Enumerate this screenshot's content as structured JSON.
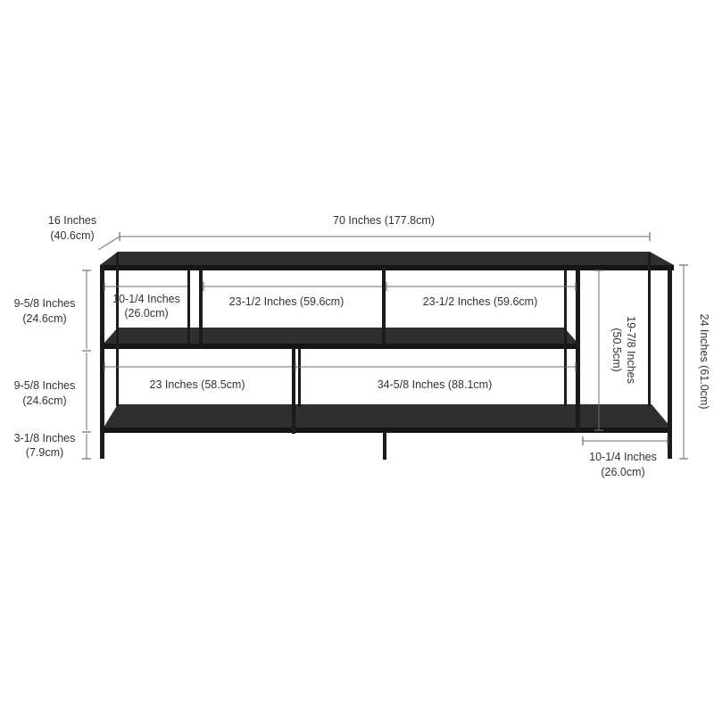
{
  "product": {
    "colors": {
      "frame": "#1b1b1b",
      "shelf_surface": "#2f2f2f",
      "dimension_line": "#6e6e6e",
      "text": "#333333"
    }
  },
  "dimensions": {
    "depth": {
      "line1": "16 Inches",
      "line2": "(40.6cm)"
    },
    "width": {
      "text": "70 Inches (177.8cm)"
    },
    "height_total": {
      "text": "24 Inches (61.0cm)"
    },
    "left_top_gap": {
      "line1": "9-5/8 Inches",
      "line2": "(24.6cm)"
    },
    "left_mid_gap": {
      "line1": "9-5/8 Inches",
      "line2": "(24.6cm)"
    },
    "left_bottom_gap": {
      "line1": "3-1/8 Inches",
      "line2": "(7.9cm)"
    },
    "top_small_compartment": {
      "line1": "10-1/4 Inches",
      "line2": "(26.0cm)"
    },
    "top_center_compartment": {
      "text": "23-1/2 Inches (59.6cm)"
    },
    "top_right_compartment": {
      "text": "23-1/2 Inches (59.6cm)"
    },
    "middle_left_compartment": {
      "text": "23 Inches (58.5cm)"
    },
    "middle_right_compartment": {
      "text": "34-5/8 Inches (88.1cm)"
    },
    "right_tall_compartment": {
      "line1": "19-7/8 Inches",
      "line2": "(50.5cm)"
    },
    "right_bottom_width": {
      "line1": "10-1/4 Inches",
      "line2": "(26.0cm)"
    }
  }
}
